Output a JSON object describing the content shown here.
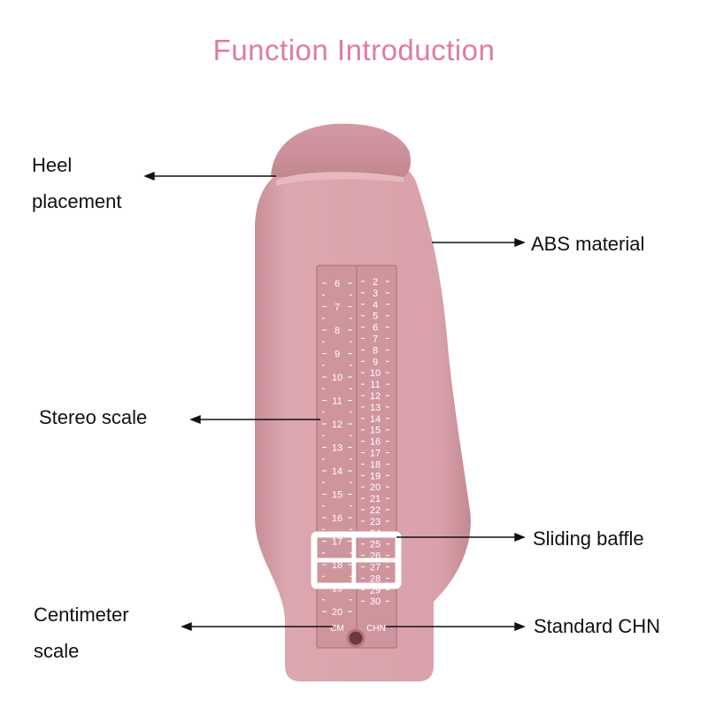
{
  "title": "Function Introduction",
  "labels": {
    "heel_line1": "Heel",
    "heel_line2": "placement",
    "abs_material": "ABS material",
    "stereo_scale": "Stereo scale",
    "sliding_baffle": "Sliding baffle",
    "centimeter_line1": "Centimeter",
    "centimeter_line2": "scale",
    "standard_chn": "Standard CHN"
  },
  "scale": {
    "cm_values": [
      "6",
      "7",
      "8",
      "9",
      "10",
      "11",
      "12",
      "13",
      "14",
      "15",
      "16",
      "17",
      "18",
      "19",
      "20"
    ],
    "chn_values": [
      "2",
      "3",
      "4",
      "5",
      "6",
      "7",
      "8",
      "9",
      "10",
      "11",
      "12",
      "13",
      "14",
      "15",
      "16",
      "17",
      "18",
      "19",
      "20",
      "21",
      "22",
      "23",
      "24",
      "25",
      "26",
      "27",
      "28",
      "29",
      "30"
    ],
    "cm_unit": "CM",
    "chn_unit": "CHN"
  },
  "colors": {
    "title": "#e07aa5",
    "body": "#d9a3aa",
    "scale_text": "#ffffff",
    "slider": "#ffffff"
  }
}
